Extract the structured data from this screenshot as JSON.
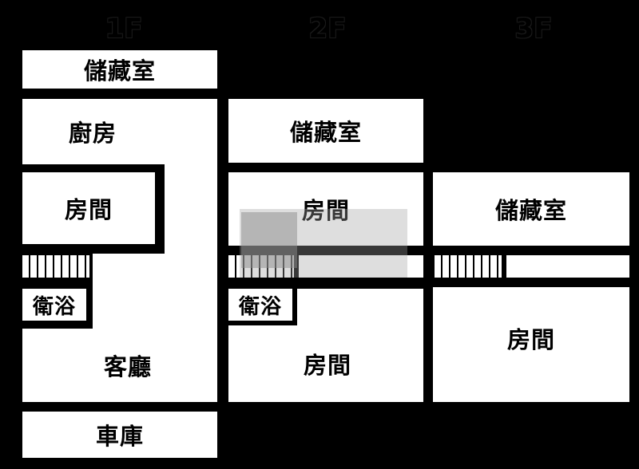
{
  "floors": {
    "f1": "1F",
    "f2": "2F",
    "f3": "3F"
  },
  "rooms": {
    "f1_storage": "儲藏室",
    "f1_kitchen": "廚房",
    "f1_bedroom": "房間",
    "f1_bath": "衛浴",
    "f1_living": "客廳",
    "f1_garage": "車庫",
    "f2_storage": "儲藏室",
    "f2_bedroom_top": "房間",
    "f2_bath": "衛浴",
    "f2_bedroom_bottom": "房間",
    "f3_storage": "儲藏室",
    "f3_bedroom": "房間"
  },
  "colors": {
    "background": "#000000",
    "room_fill": "#ffffff",
    "text": "#000000"
  }
}
